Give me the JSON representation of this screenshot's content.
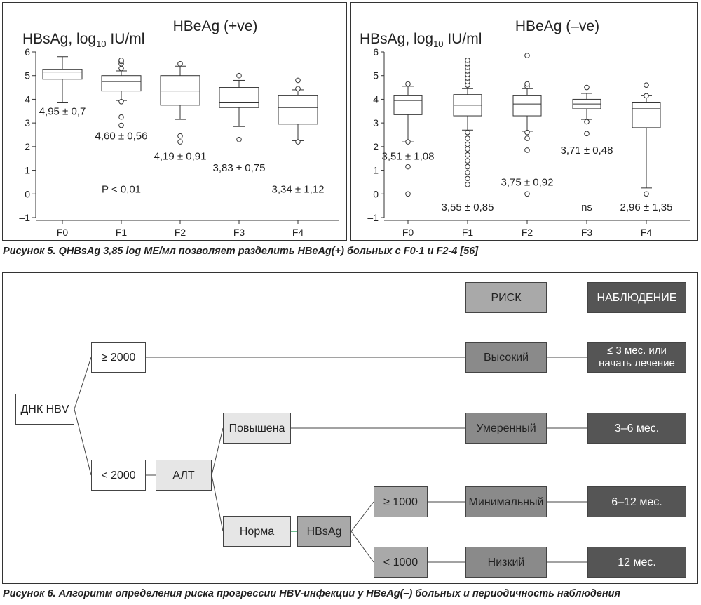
{
  "figure5": {
    "caption": "Рисунок 5. QHBsAg 3,85 log МЕ/мл позволяет разделить HBeAg(+) больных с F0-1 и F2-4 [56]"
  },
  "chart_data": [
    {
      "type": "box",
      "title": "HBeAg (+ve)",
      "ylabel_prefix": "HBsAg, log",
      "ylabel_sub": "10",
      "ylabel_suffix": " IU/ml",
      "ylim": [
        -1,
        6
      ],
      "yticks": [
        "–1",
        "0",
        "1",
        "2",
        "3",
        "4",
        "5",
        "6"
      ],
      "categories": [
        "F0",
        "F1",
        "F2",
        "F3",
        "F4"
      ],
      "boxes": [
        {
          "cat": "F0",
          "q1": 4.85,
          "median": 5.15,
          "q3": 5.25,
          "whisker_low": 3.85,
          "whisker_high": 5.8,
          "outliers": []
        },
        {
          "cat": "F1",
          "q1": 4.35,
          "median": 4.75,
          "q3": 5.0,
          "whisker_low": 3.95,
          "whisker_high": 5.2,
          "outliers": [
            5.3,
            5.5,
            5.6,
            5.65,
            3.9,
            3.25,
            2.9
          ]
        },
        {
          "cat": "F2",
          "q1": 3.75,
          "median": 4.35,
          "q3": 5.0,
          "whisker_low": 3.15,
          "whisker_high": 5.4,
          "outliers": [
            5.5,
            2.45,
            2.2
          ]
        },
        {
          "cat": "F3",
          "q1": 3.65,
          "median": 3.85,
          "q3": 4.5,
          "whisker_low": 2.85,
          "whisker_high": 4.8,
          "outliers": [
            5.0,
            2.3
          ]
        },
        {
          "cat": "F4",
          "q1": 2.95,
          "median": 3.65,
          "q3": 4.15,
          "whisker_low": 2.25,
          "whisker_high": 4.4,
          "outliers": [
            4.8,
            4.45,
            2.2
          ]
        }
      ],
      "annotations": [
        {
          "text": "4,95 ± 0,7",
          "x": "F0",
          "y": 3.5
        },
        {
          "text": "4,60 ± 0,56",
          "x": "F1",
          "y": 2.45
        },
        {
          "text": "4,19 ± 0,91",
          "x": "F2",
          "y": 1.6
        },
        {
          "text": "3,83 ± 0,75",
          "x": "F3",
          "y": 1.1
        },
        {
          "text": "3,34 ± 1,12",
          "x": "F4",
          "y": 0.2
        },
        {
          "text": "P < 0,01",
          "x": "F1",
          "y": 0.2
        }
      ]
    },
    {
      "type": "box",
      "title": "HBeAg (–ve)",
      "ylabel_prefix": "HBsAg, log",
      "ylabel_sub": "10",
      "ylabel_suffix": " IU/ml",
      "ylim": [
        -1,
        6
      ],
      "yticks": [
        "–1",
        "0",
        "1",
        "2",
        "3",
        "4",
        "5",
        "6"
      ],
      "categories": [
        "F0",
        "F1",
        "F2",
        "F3",
        "F4"
      ],
      "boxes": [
        {
          "cat": "F0",
          "q1": 3.35,
          "median": 3.95,
          "q3": 4.15,
          "whisker_low": 2.2,
          "whisker_high": 4.55,
          "outliers": [
            4.65,
            2.2,
            1.15,
            0.0
          ]
        },
        {
          "cat": "F1",
          "q1": 3.3,
          "median": 3.75,
          "q3": 4.2,
          "whisker_low": 2.7,
          "whisker_high": 4.45,
          "outliers": [
            4.6,
            4.75,
            4.9,
            5.05,
            5.2,
            5.35,
            5.5,
            5.65,
            2.6,
            2.35,
            2.1,
            1.9,
            1.65,
            1.4,
            1.15,
            0.9,
            0.65,
            0.4
          ]
        },
        {
          "cat": "F2",
          "q1": 3.3,
          "median": 3.8,
          "q3": 4.15,
          "whisker_low": 2.65,
          "whisker_high": 4.45,
          "outliers": [
            4.55,
            4.65,
            5.85,
            2.6,
            2.35,
            1.85,
            0.0
          ]
        },
        {
          "cat": "F3",
          "q1": 3.6,
          "median": 3.8,
          "q3": 4.0,
          "whisker_low": 3.15,
          "whisker_high": 4.25,
          "outliers": [
            4.5,
            3.05,
            2.55
          ]
        },
        {
          "cat": "F4",
          "q1": 2.8,
          "median": 3.6,
          "q3": 3.85,
          "whisker_low": 0.25,
          "whisker_high": 4.15,
          "outliers": [
            4.15,
            4.6,
            0.0
          ]
        }
      ],
      "annotations": [
        {
          "text": "3,51 ± 1,08",
          "x": "F0",
          "y": 1.6
        },
        {
          "text": "3,55 ± 0,85",
          "x": "F1",
          "y": -0.55
        },
        {
          "text": "3,75 ± 0,92",
          "x": "F2",
          "y": 0.5
        },
        {
          "text": "3,71 ± 0,48",
          "x": "F3",
          "y": 1.85
        },
        {
          "text": "ns",
          "x": "F3",
          "y": -0.55
        },
        {
          "text": "2,96 ± 1,35",
          "x": "F4",
          "y": -0.55
        }
      ]
    }
  ],
  "figure6": {
    "caption": "Рисунок 6. Алгоритм определения риска прогрессии HBV-инфекции у HBeAg(–) больных и периодичность наблюдения",
    "header_risk": "РИСК",
    "header_follow": "НАБЛЮДЕНИЕ",
    "dna": "ДНК HBV",
    "ge2000": "≥ 2000",
    "lt2000": "< 2000",
    "alt": "АЛТ",
    "elevated": "Повышена",
    "normal": "Норма",
    "hbsag": "HBsAg",
    "ge1000": "≥ 1000",
    "lt1000": "< 1000",
    "risk_high": "Высокий",
    "risk_moderate": "Умеренный",
    "risk_minimal": "Минимальный",
    "risk_low": "Низкий",
    "follow_high_1": "≤ 3 мес. или",
    "follow_high_2": "начать лечение",
    "follow_moderate": "3–6 мес.",
    "follow_minimal": "6–12 мес.",
    "follow_low": "12 мес."
  }
}
